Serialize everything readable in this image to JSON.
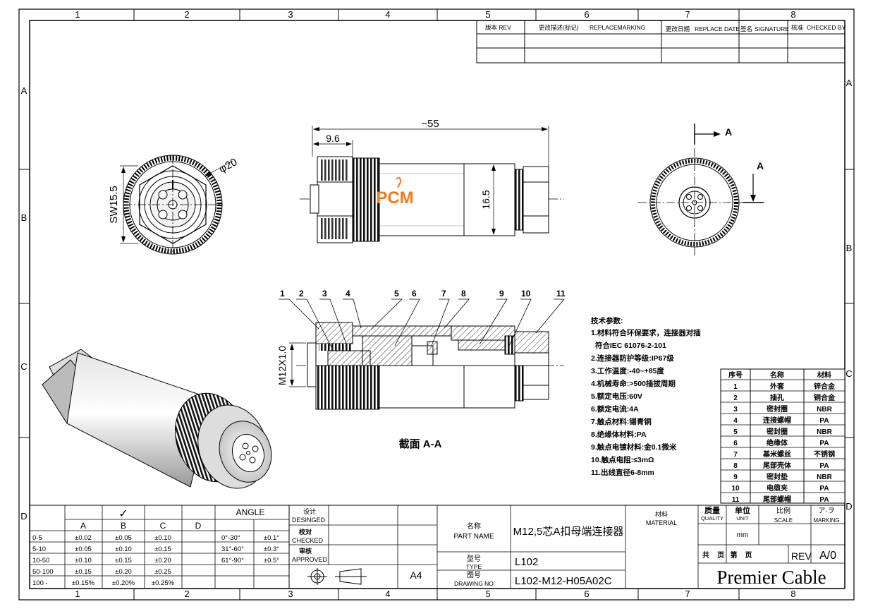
{
  "zone_columns": [
    "1",
    "2",
    "3",
    "4",
    "5",
    "6",
    "7",
    "8"
  ],
  "zone_rows": [
    "A",
    "B",
    "C",
    "D"
  ],
  "revision_table": {
    "col1": "版本 REV",
    "col2_cn": "更改描述(标记)",
    "col2_en": "REPLACEMARKING",
    "col3_cn": "更改日期",
    "col3_en": "REPLACE DATE",
    "col4_cn": "签名",
    "col4_en": "SIGNATURE",
    "col5_cn": "核准",
    "col5_en": "CHECKED BY"
  },
  "dimensions": {
    "diameter": "φ20",
    "wrench": "SW15.5",
    "length": "~55",
    "nut_length": "9.6",
    "body_dia": "16.5",
    "thread": "M12X1.0",
    "section_mark": "A"
  },
  "logo_text": "PCM",
  "section_title": "截面 A-A",
  "balloons": [
    "1",
    "2",
    "3",
    "4",
    "5",
    "6",
    "7",
    "8",
    "9",
    "10",
    "11"
  ],
  "tech_specs": {
    "title": "技术参数:",
    "lines": [
      "1.材料符合环保要求，连接器对插",
      "  符合IEC 61076-2-101",
      "2.连接器防护等级:IP67级",
      "3.工作温度:-40~+85度",
      "4.机械寿命:>500插拔周期",
      "5.额定电压:60V",
      "6.额定电流:4A",
      "7.触点材料:锡青铜",
      "8.绝缘体材料:PA",
      "9.触点电镀材料:金0.1微米",
      "10.触点电阻:≤3mΩ",
      "11.出线直径6-8mm"
    ]
  },
  "parts_table": {
    "headers": [
      "序号",
      "名称",
      "材料"
    ],
    "rows": [
      [
        "1",
        "外套",
        "锌合金"
      ],
      [
        "2",
        "插孔",
        "铜合金"
      ],
      [
        "3",
        "密封圈",
        "NBR"
      ],
      [
        "4",
        "连接螺帽",
        "PA"
      ],
      [
        "5",
        "密封圈",
        "NBR"
      ],
      [
        "6",
        "绝缘体",
        "PA"
      ],
      [
        "7",
        "基米螺丝",
        "不锈钢"
      ],
      [
        "8",
        "尾部壳体",
        "PA"
      ],
      [
        "9",
        "密封垫",
        "NBR"
      ],
      [
        "10",
        "电缆夹",
        "PA"
      ],
      [
        "11",
        "尾部螺帽",
        "PA"
      ]
    ]
  },
  "tolerance_table": {
    "check_mark": "✓",
    "angle_header": "ANGLE",
    "cols": [
      "A",
      "B",
      "C",
      "D"
    ],
    "rows": [
      {
        "range": "0-5",
        "a": "±0.02",
        "b": "±0.05",
        "c": "±0.10",
        "ang": "0°-30°",
        "angtol": "±0.1°"
      },
      {
        "range": "5-10",
        "a": "±0.05",
        "b": "±0.10",
        "c": "±0.15",
        "ang": "31°-60°",
        "angtol": "±0.3°"
      },
      {
        "range": "10-50",
        "a": "±0.10",
        "b": "±0.15",
        "c": "±0.20",
        "ang": "61°-90°",
        "angtol": "±0.5°"
      },
      {
        "range": "50-100",
        "a": "±0.15",
        "b": "±0.20",
        "c": "±0.25"
      },
      {
        "range": "100 -",
        "a": "±0.15%",
        "b": "±0.20%",
        "c": "±0.25%"
      }
    ]
  },
  "title_block": {
    "designed_cn": "设计",
    "designed_en": "DESINGED",
    "checked_cn": "校对",
    "checked_en": "CHECKED",
    "approved_cn": "审核",
    "approved_en": "APPROVED",
    "paper": "A4",
    "part_name_cn": "名称",
    "part_name_en": "PART NAME",
    "part_name_value": "M12,5芯A扣母端连接器",
    "type_cn": "型号",
    "type_en": "TYPE",
    "type_value": "L102",
    "drawing_cn": "图号",
    "drawing_en": "DRAWING NO",
    "drawing_value": "L102-M12-H05A02C",
    "material_cn": "材料",
    "material_en": "MATERIAL",
    "quality_cn": "质量",
    "quality_en": "QUALITY",
    "unit_cn": "单位",
    "unit_en": "UNIT",
    "unit_value": "mm",
    "scale_cn": "比例",
    "scale_en": "SCALE",
    "marking_cn": "ア·ヲ",
    "marking_en": "MARKING",
    "sheet_text": "共    页   第    页",
    "rev_label": "REV",
    "rev_value": "A/0",
    "company": "Premier Cable"
  }
}
